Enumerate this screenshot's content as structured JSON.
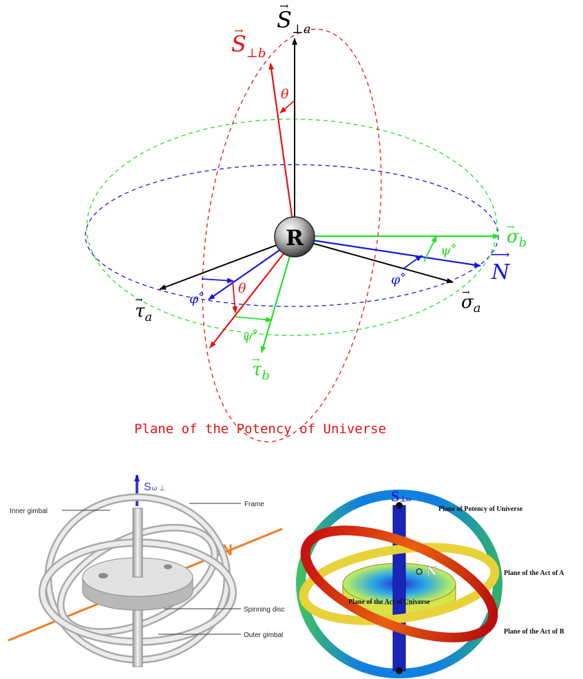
{
  "colors": {
    "black": "#000000",
    "red": "#e81010",
    "green": "#22e022",
    "blue": "#1515e0"
  },
  "top_diagram": {
    "center_label": "R",
    "vectors": {
      "s_perp_a": {
        "symbol": "S",
        "sub": "⊥a"
      },
      "s_perp_b": {
        "symbol": "S",
        "sub": "⊥b"
      },
      "sigma_a": {
        "symbol": "σ",
        "sub": "a"
      },
      "sigma_b": {
        "symbol": "σ",
        "sub": "b"
      },
      "tau_a": {
        "symbol": "τ",
        "sub": "a"
      },
      "tau_b": {
        "symbol": "τ",
        "sub": "b"
      },
      "n": {
        "symbol": "N"
      }
    },
    "angles": {
      "theta": "θ",
      "phi": "φ",
      "psi": "ψ",
      "diamond": "⋄"
    },
    "caption": "Plane of the Potency of Universe"
  },
  "gyroscope": {
    "axis_label": "S",
    "axis_sub": "ω ⊥",
    "n_label": "N",
    "labels": {
      "inner_gimbal": "Inner gimbal",
      "frame": "Frame",
      "spinning_disc": "Spinning disc",
      "outer_gimbal": "Outer gimbal"
    }
  },
  "sphere_model": {
    "axis_label": "S",
    "axis_sub": "⊥ω",
    "n_label": "N",
    "labels": {
      "potency": "Plane of Potency of Universe",
      "act_a": "Plane of the Act of A",
      "act_universe": "Plane of the Act of Universe",
      "act_b": "Plane of the Act of B"
    }
  }
}
